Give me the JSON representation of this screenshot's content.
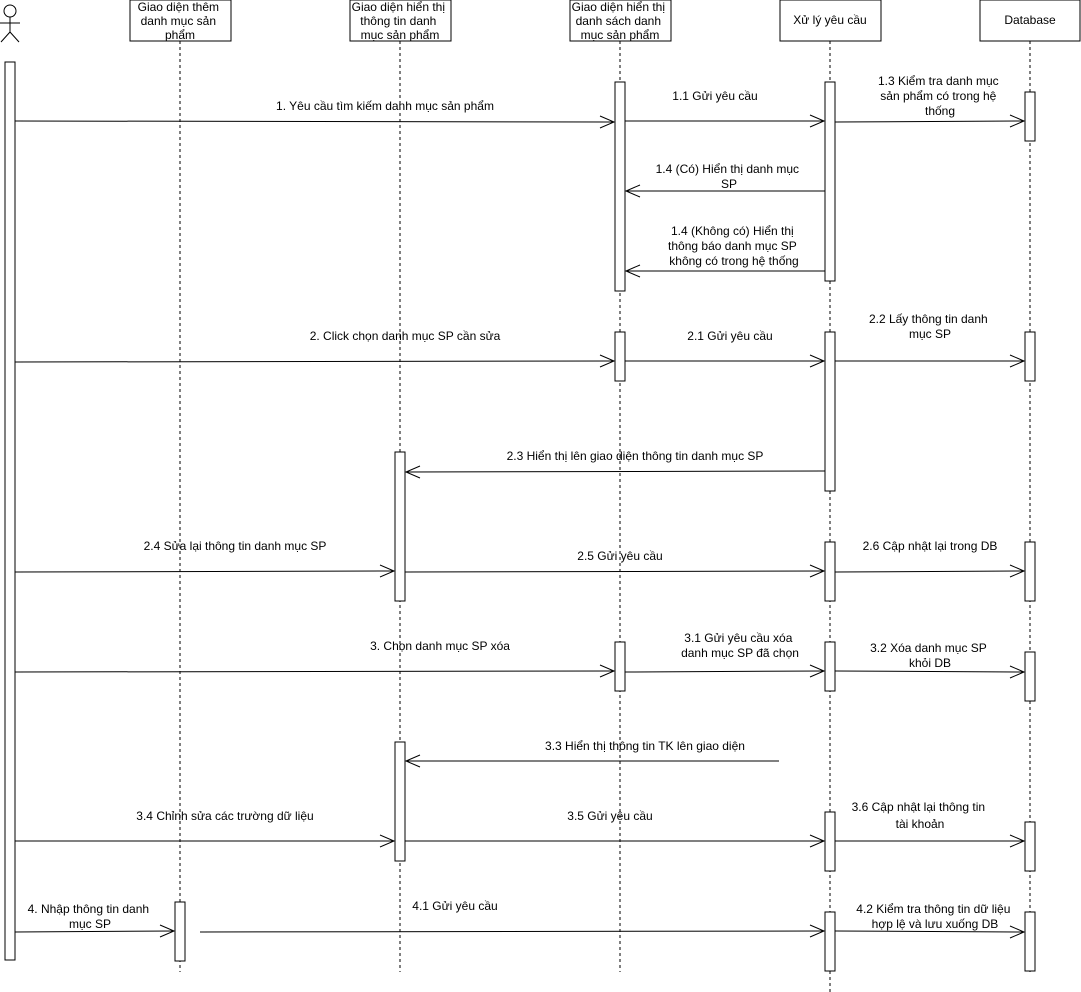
{
  "actor": {
    "icon": "stick-figure-icon"
  },
  "participants": [
    {
      "id": "add",
      "lines": [
        "Giao diện thêm",
        "danh mục sản",
        "phẩm"
      ]
    },
    {
      "id": "info",
      "lines": [
        "Giao diện hiển thị",
        "thông tin danh",
        "mục sản phẩm"
      ]
    },
    {
      "id": "list",
      "lines": [
        "Giao diện hiển thị",
        "danh sách danh",
        "mục sản phẩm"
      ]
    },
    {
      "id": "proc",
      "lines": [
        "Xử lý yêu cầu"
      ]
    },
    {
      "id": "db",
      "lines": [
        "Database"
      ]
    }
  ],
  "messages": [
    {
      "id": "m1",
      "lines": [
        "1. Yêu cầu tìm kiếm danh mục sản phẩm"
      ]
    },
    {
      "id": "m1_1",
      "lines": [
        "1.1 Gửi yêu cầu"
      ]
    },
    {
      "id": "m1_3",
      "lines": [
        "1.3 Kiểm tra danh mục",
        "sản phẩm có trong hệ",
        "thống"
      ]
    },
    {
      "id": "m1_4a",
      "lines": [
        "1.4 (Có) Hiển thị danh mục",
        "SP"
      ]
    },
    {
      "id": "m1_4b",
      "lines": [
        "1.4 (Không có) Hiển thị",
        "thông báo danh mục SP",
        "không có trong hệ thống"
      ]
    },
    {
      "id": "m2",
      "lines": [
        "2. Click chọn danh mục SP cần sửa"
      ]
    },
    {
      "id": "m2_1",
      "lines": [
        "2.1 Gửi yêu cầu"
      ]
    },
    {
      "id": "m2_2",
      "lines": [
        "2.2 Lấy thông tin danh",
        "mục SP"
      ]
    },
    {
      "id": "m2_3",
      "lines": [
        "2.3 Hiển thị lên giao diện thông tin danh mục SP"
      ]
    },
    {
      "id": "m2_4",
      "lines": [
        "2.4 Sửa lại thông tin danh mục SP"
      ]
    },
    {
      "id": "m2_5",
      "lines": [
        "2.5 Gửi yêu cầu"
      ]
    },
    {
      "id": "m2_6",
      "lines": [
        "2.6 Cập nhật lại trong DB"
      ]
    },
    {
      "id": "m3",
      "lines": [
        "3. Chọn  danh mục SP xóa"
      ]
    },
    {
      "id": "m3_1",
      "lines": [
        "3.1 Gửi yêu cầu xóa",
        "danh mục SP đã chọn"
      ]
    },
    {
      "id": "m3_2",
      "lines": [
        "3.2 Xóa danh mục SP",
        "khỏi DB"
      ]
    },
    {
      "id": "m3_3",
      "lines": [
        "3.3 Hiển thị thông tin TK lên giao diện"
      ]
    },
    {
      "id": "m3_4",
      "lines": [
        "3.4 Chỉnh sửa các trường dữ liệu"
      ]
    },
    {
      "id": "m3_5",
      "lines": [
        "3.5 Gửi yêu cầu"
      ]
    },
    {
      "id": "m3_6",
      "lines": [
        "3.6 Cập nhật lại thông tin",
        "tài khoản"
      ]
    },
    {
      "id": "m4",
      "lines": [
        "4. Nhập thông tin danh",
        "mục SP"
      ]
    },
    {
      "id": "m4_1",
      "lines": [
        "4.1 Gửi yêu cầu"
      ]
    },
    {
      "id": "m4_2",
      "lines": [
        "4.2 Kiểm tra thông tin dữ liệu",
        "hợp lệ và lưu xuống DB"
      ]
    }
  ]
}
